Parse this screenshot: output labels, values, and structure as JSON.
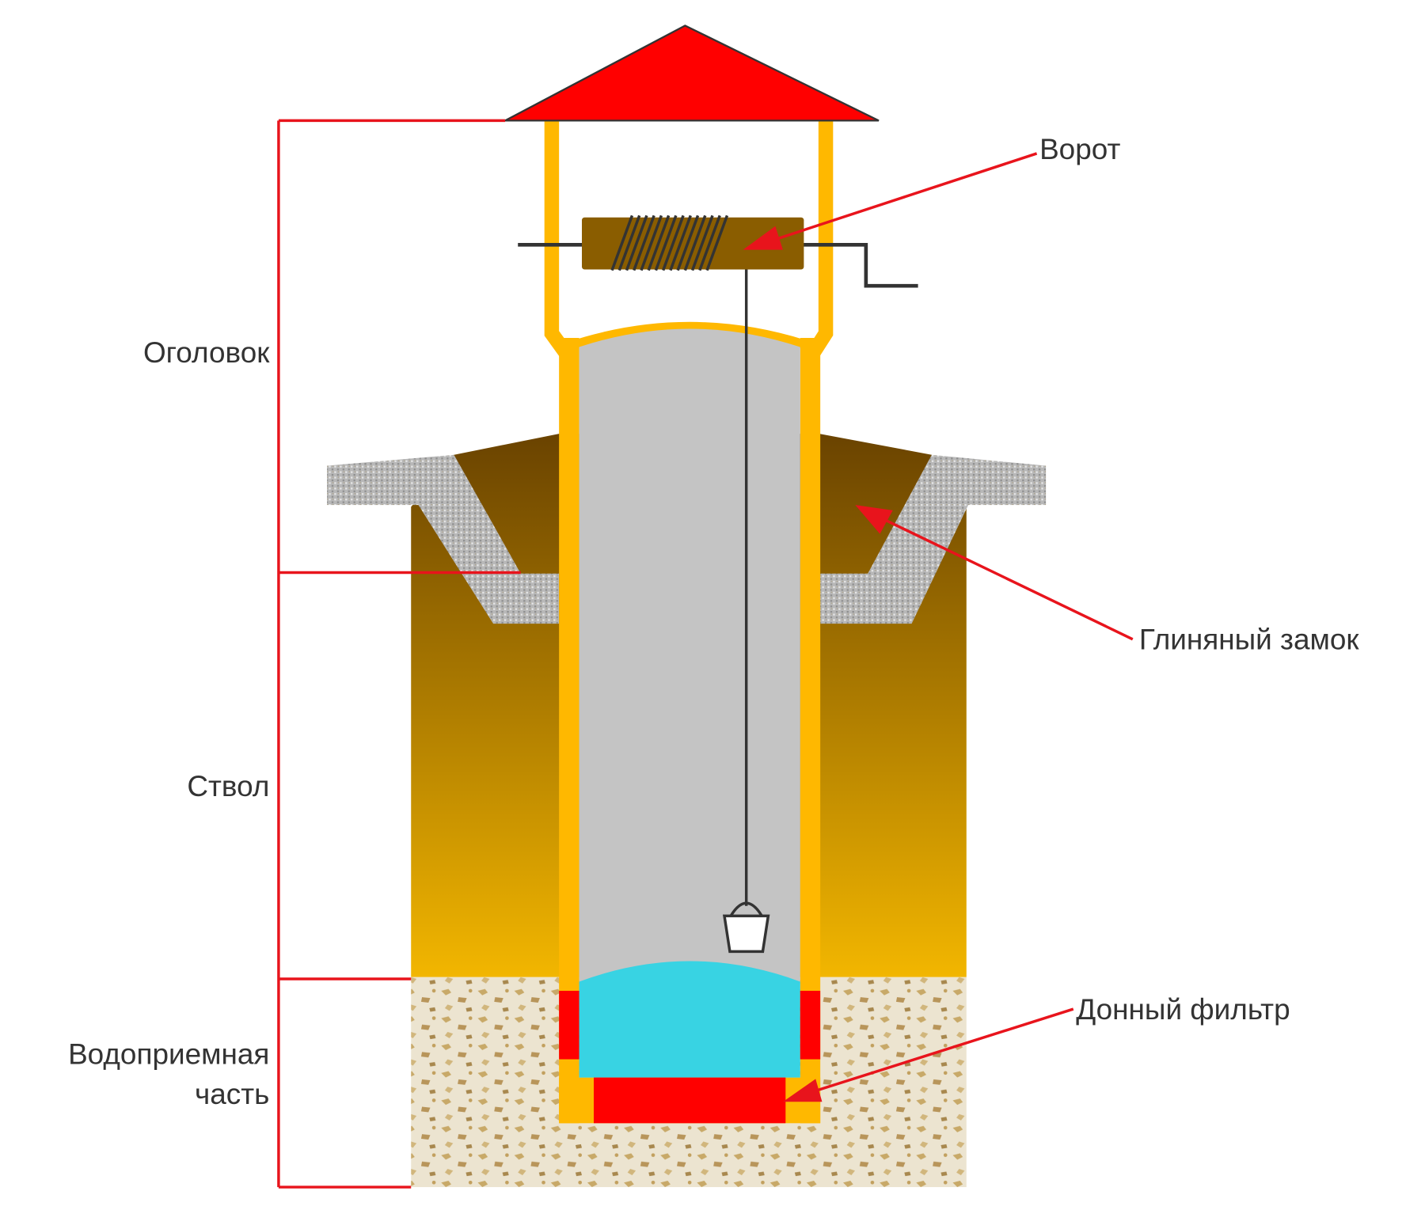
{
  "labels": {
    "head": "Оголовок",
    "shaft": "Ствол",
    "intake_line1": "Водоприемная",
    "intake_line2": "часть",
    "windlass": "Ворот",
    "clay_lock": "Глиняный замок",
    "bottom_filter": "Донный фильтр"
  },
  "colors": {
    "roof": "#ff0000",
    "frame": "#ffb800",
    "shaft_inner": "#c4c4c4",
    "water": "#38d3e3",
    "bracket": "#e8141c",
    "soil_top": "#6a4300",
    "soil_bottom": "#f2b600",
    "winch": "#8a5d00"
  }
}
